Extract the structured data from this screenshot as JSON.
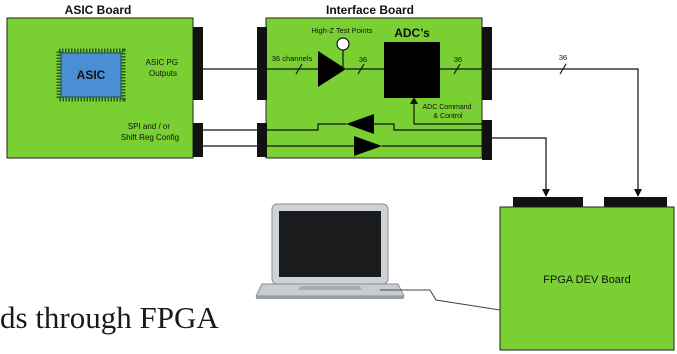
{
  "asic_board": {
    "title": "ASIC Board",
    "chip_label": "ASIC",
    "pg_outputs": [
      "ASIC PG",
      "Outputs"
    ],
    "config": [
      "SPI and / or",
      "Shift Reg Config"
    ]
  },
  "interface_board": {
    "title": "Interface Board",
    "test_points": "High-Z Test Points",
    "channels": "36 channels",
    "bus_after_amp": "36",
    "bus_after_adc": "36",
    "adc_label": "ADC’s",
    "adc_control": [
      "ADC Command",
      "& Control"
    ]
  },
  "link_bus_label": "36",
  "fpga_board": {
    "title": "FPGA DEV Board"
  },
  "caption": "ds through FPGA",
  "colors": {
    "board_green": "#7ad032",
    "connector": "#111111",
    "asic_chip": "#4a8fd4",
    "adc": "#000000"
  }
}
